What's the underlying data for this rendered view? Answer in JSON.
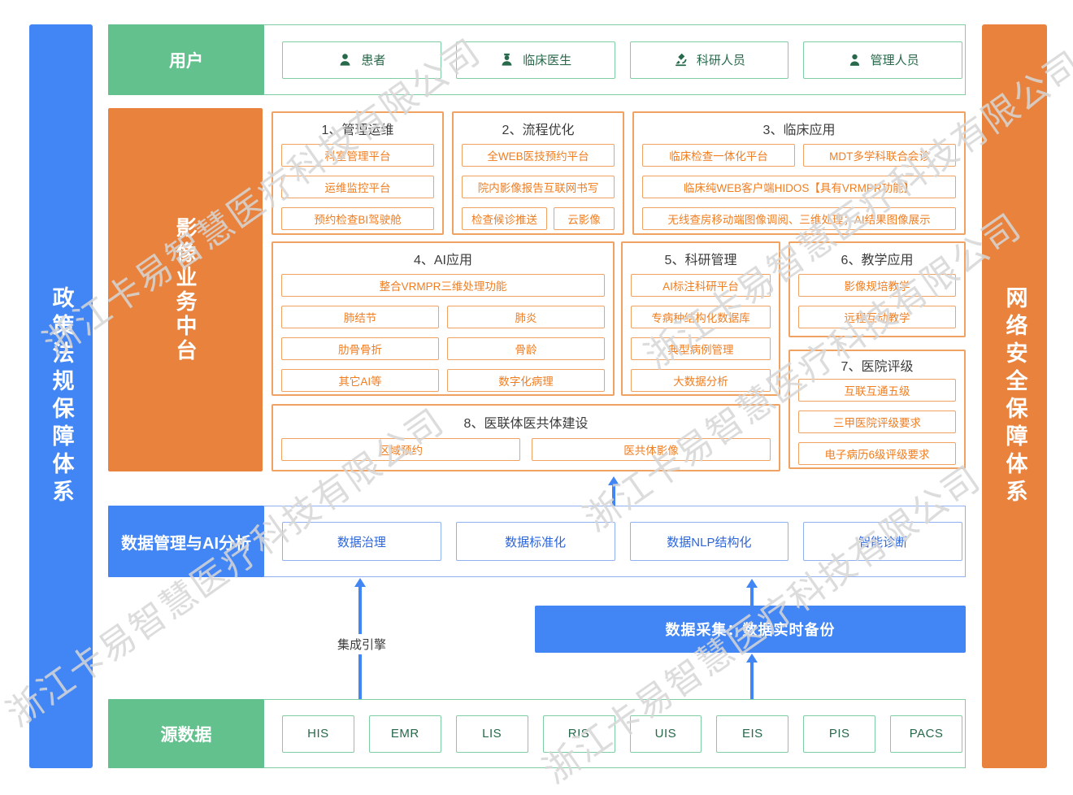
{
  "watermark": {
    "text": "浙江卡易智慧医疗科技有限公司"
  },
  "sidebars": {
    "left": {
      "label": "政策法规保障体系"
    },
    "right": {
      "label": "网络安全保障体系"
    }
  },
  "users_row": {
    "label": "用户",
    "items": [
      {
        "icon": "patient-icon",
        "label": "患者"
      },
      {
        "icon": "doctor-icon",
        "label": "临床医生"
      },
      {
        "icon": "researcher-icon",
        "label": "科研人员"
      },
      {
        "icon": "admin-icon",
        "label": "管理人员"
      }
    ]
  },
  "platform": {
    "label": "影像业务中台",
    "sections": [
      {
        "title": "1、管理运维",
        "items": [
          "科室管理平台",
          "运维监控平台",
          "预约检查BI驾驶舱"
        ]
      },
      {
        "title": "2、流程优化",
        "items": [
          "全WEB医技预约平台",
          "院内影像报告互联网书写",
          "检查候诊推送",
          "云影像"
        ]
      },
      {
        "title": "3、临床应用",
        "items": [
          "临床检查一体化平台",
          "MDT多学科联合会诊",
          "临床纯WEB客户端HIDOS【具有VRMPR功能】",
          "无线查房移动端图像调阅、三维处理；AI结果图像展示"
        ]
      },
      {
        "title": "4、AI应用",
        "items": [
          "整合VRMPR三维处理功能",
          "肺结节",
          "肺炎",
          "肋骨骨折",
          "骨龄",
          "其它AI等",
          "数字化病理"
        ]
      },
      {
        "title": "5、科研管理",
        "items": [
          "AI标注科研平台",
          "专病种结构化数据库",
          "典型病例管理",
          "大数据分析"
        ]
      },
      {
        "title": "6、教学应用",
        "items": [
          "影像规培教学",
          "远程互动教学"
        ]
      },
      {
        "title": "7、医院评级",
        "items": [
          "互联互通五级",
          "三甲医院评级要求",
          "电子病历6级评级要求"
        ]
      },
      {
        "title": "8、医联体医共体建设",
        "items": [
          "区域预约",
          "医共体影像"
        ]
      }
    ]
  },
  "data_mgmt_row": {
    "label": "数据管理与AI分析",
    "items": [
      "数据治理",
      "数据标准化",
      "数据NLP结构化",
      "智能诊断"
    ]
  },
  "integration": {
    "engine_label": "集成引擎",
    "collect_label": "数据采集：数据实时备份"
  },
  "source_row": {
    "label": "源数据",
    "items": [
      "HIS",
      "EMR",
      "LIS",
      "RIS",
      "UIS",
      "EIS",
      "PIS",
      "PACS"
    ]
  },
  "colors": {
    "green": "#63C18E",
    "green-border": "#7FCDA3",
    "green-text": "#27694A",
    "orange": "#E8823C",
    "orange-border": "#F0A263",
    "orange-text": "#F07E21",
    "blue": "#4285F4",
    "blue-border": "#8FB0F2",
    "blue-text": "#2D66DA",
    "title-text": "#3C3C3C",
    "watermark": "#D7D7D7"
  }
}
